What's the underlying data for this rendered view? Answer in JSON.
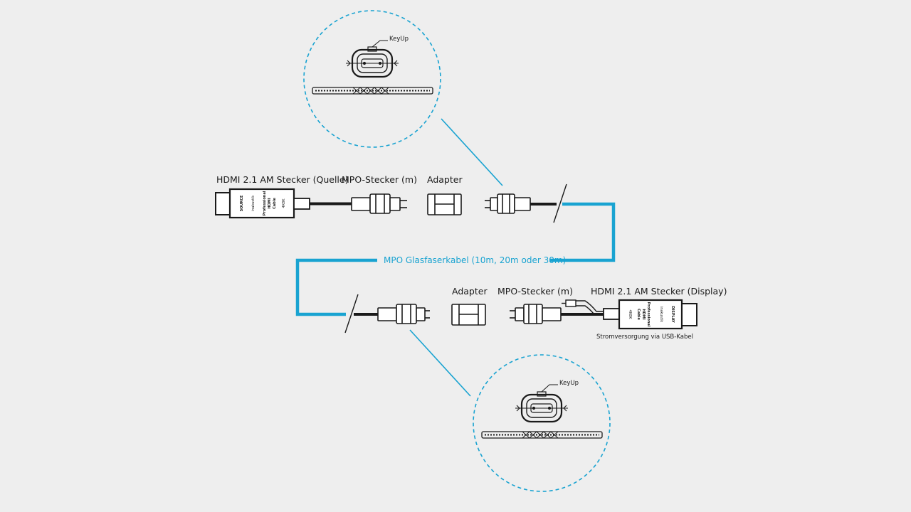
{
  "diagram": {
    "labels": {
      "hdmi_source": "HDMI 2.1 AM Stecker (Quelle)",
      "mpo_plug_top": "MPO-Stecker (m)",
      "adapter_top": "Adapter",
      "fiber_cable": "MPO Glasfaserkabel (10m, 20m oder 30m)",
      "adapter_bottom": "Adapter",
      "mpo_plug_bottom": "MPO-Stecker (m)",
      "hdmi_display": "HDMI 2.1 AM Stecker (Display)",
      "usb_power": "Stromversorgung via USB-Kabel",
      "keyup_top": "KeyUp",
      "keyup_bottom": "KeyUp"
    },
    "source_plug_text": {
      "source": "SOURCE",
      "brand": "inakustik",
      "line1": "Professional",
      "line2": "HDMI",
      "line3": "Cable",
      "model": "4K8K"
    },
    "display_plug_text": {
      "display": "DISPLAY",
      "brand": "inakustik",
      "line1": "Professional",
      "line2": "HDMI",
      "line3": "Cable",
      "model": "4K8K"
    },
    "colors": {
      "accent": "#19a3d1",
      "line": "#1a1a1a",
      "background": "#eeeeee"
    }
  }
}
